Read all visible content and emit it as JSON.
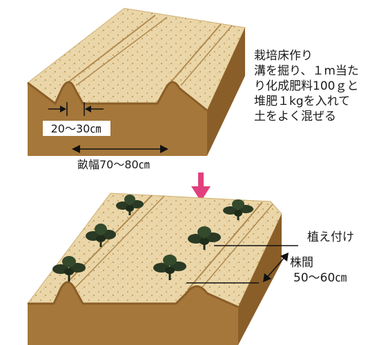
{
  "colors": {
    "soil_front": "#a5773a",
    "soil_dark": "#8a5e28",
    "bed_top": "#ead6a8",
    "bed_speckle": "#c9a66a",
    "arrow_pink": "#e0407e",
    "plant": "#2a3a24",
    "line": "#111111"
  },
  "step1": {
    "text": [
      "栽培床作り",
      "溝を掘り、１m当た",
      "り化成肥料100ｇと",
      "堆肥１kgを入れて",
      "土をよく混ぜる"
    ],
    "trench_width": "20～30㎝",
    "ridge_width": "畝幅70～80㎝"
  },
  "step2": {
    "title": "植え付け",
    "spacing_label": "株間",
    "spacing_value": "50～60㎝"
  }
}
